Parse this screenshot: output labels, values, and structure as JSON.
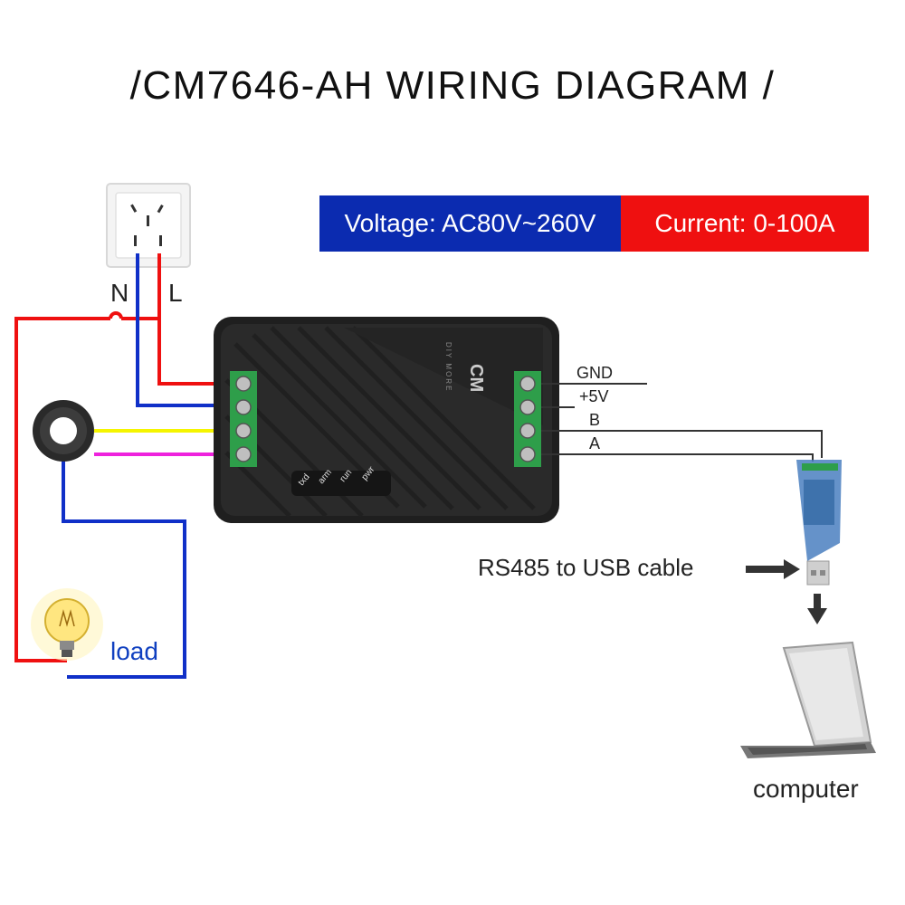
{
  "title": "/CM7646-AH WIRING DIAGRAM /",
  "specs": {
    "voltage": "Voltage: AC80V~260V",
    "current": "Current: 0-100A"
  },
  "outlet": {
    "n_label": "N",
    "l_label": "L"
  },
  "device": {
    "logo_text": "DIY MORE",
    "leds": [
      "txd",
      "arm",
      "run",
      "pwr"
    ]
  },
  "rs485_wires": [
    "GND",
    "+5V",
    "B",
    "A"
  ],
  "labels": {
    "load": "load",
    "rs485": "RS485 to USB cable",
    "computer": "computer"
  },
  "colors": {
    "voltage_bg": "#0b2bb0",
    "current_bg": "#ef1010",
    "wire_red": "#ef1010",
    "wire_blue": "#1030c8",
    "wire_yellow": "#f5f500",
    "wire_magenta": "#ee22dd",
    "terminal_green": "#2e9e4a"
  }
}
